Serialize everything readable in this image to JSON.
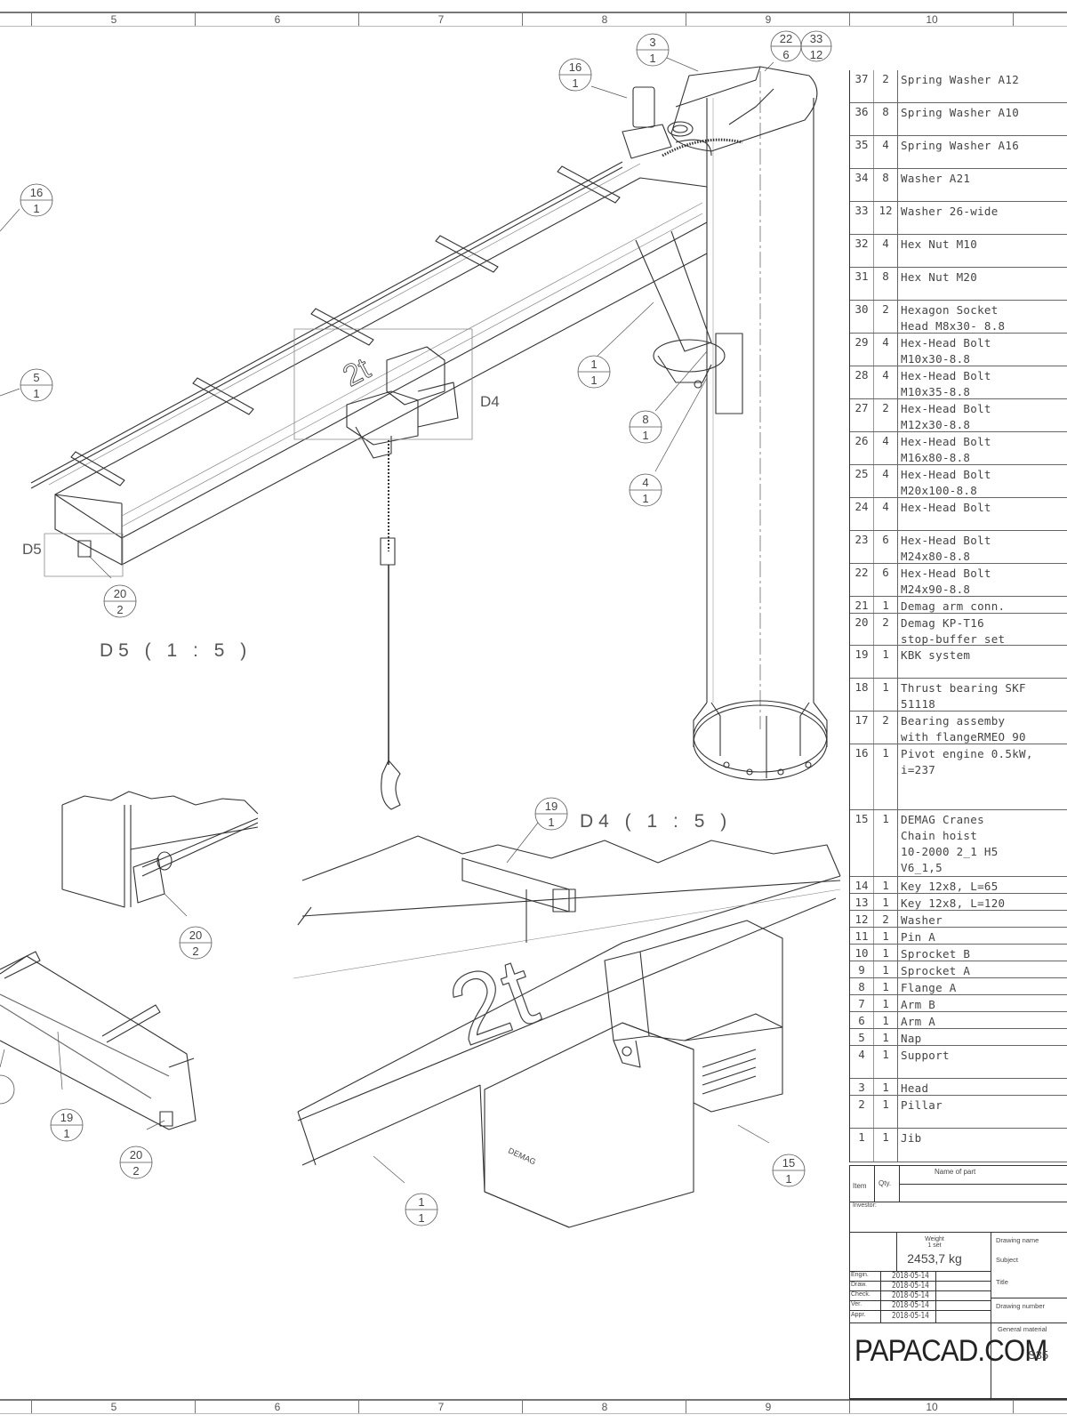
{
  "sheet": {
    "zones_top": [
      "5",
      "6",
      "7",
      "8",
      "9",
      "10"
    ],
    "zones_bottom": [
      "5",
      "6",
      "7",
      "8",
      "9",
      "10"
    ]
  },
  "views": {
    "detail_d5_label": "D5 ( 1 : 5 )",
    "detail_d4_label": "D4 ( 1 : 5 )",
    "detail_d4_tag": "D4",
    "detail_d5_tag": "D5",
    "capacity_mark": "2t"
  },
  "callouts": [
    {
      "item": "3",
      "qty": "1"
    },
    {
      "item": "22",
      "qty": "6"
    },
    {
      "item": "33",
      "qty": "12"
    },
    {
      "item": "16",
      "qty": "1"
    },
    {
      "item": "16",
      "qty": "1"
    },
    {
      "item": "5",
      "qty": "1"
    },
    {
      "item": "1",
      "qty": "1"
    },
    {
      "item": "8",
      "qty": "1"
    },
    {
      "item": "4",
      "qty": "1"
    },
    {
      "item": "20",
      "qty": "2"
    },
    {
      "item": "19",
      "qty": "1"
    },
    {
      "item": "20",
      "qty": "2"
    },
    {
      "item": "19",
      "qty": "1"
    },
    {
      "item": "20",
      "qty": "2"
    },
    {
      "item": "15",
      "qty": "1"
    },
    {
      "item": "1",
      "qty": "1"
    }
  ],
  "bom": {
    "header": {
      "item": "Item",
      "qty": "Qty.",
      "name": "Name of part"
    },
    "rows": [
      {
        "item": "37",
        "qty": "2",
        "name": "Spring Washer A12"
      },
      {
        "item": "36",
        "qty": "8",
        "name": "Spring Washer A10"
      },
      {
        "item": "35",
        "qty": "4",
        "name": "Spring Washer A16"
      },
      {
        "item": "34",
        "qty": "8",
        "name": "Washer A21"
      },
      {
        "item": "33",
        "qty": "12",
        "name": "Washer 26-wide"
      },
      {
        "item": "32",
        "qty": "4",
        "name": "Hex Nut M10"
      },
      {
        "item": "31",
        "qty": "8",
        "name": "Hex Nut M20"
      },
      {
        "item": "30",
        "qty": "2",
        "name": "Hexagon Socket\nHead M8x30- 8.8"
      },
      {
        "item": "29",
        "qty": "4",
        "name": "Hex-Head Bolt\nM10x30-8.8"
      },
      {
        "item": "28",
        "qty": "4",
        "name": "Hex-Head Bolt\nM10x35-8.8"
      },
      {
        "item": "27",
        "qty": "2",
        "name": "Hex-Head Bolt\nM12x30-8.8"
      },
      {
        "item": "26",
        "qty": "4",
        "name": "Hex-Head Bolt\nM16x80-8.8"
      },
      {
        "item": "25",
        "qty": "4",
        "name": "Hex-Head Bolt\nM20x100-8.8"
      },
      {
        "item": "24",
        "qty": "4",
        "name": "Hex-Head Bolt"
      },
      {
        "item": "23",
        "qty": "6",
        "name": "Hex-Head Bolt\nM24x80-8.8"
      },
      {
        "item": "22",
        "qty": "6",
        "name": "Hex-Head Bolt\nM24x90-8.8"
      },
      {
        "item": "21",
        "qty": "1",
        "name": "Demag arm conn."
      },
      {
        "item": "20",
        "qty": "2",
        "name": "Demag KP-T16\nstop-buffer set"
      },
      {
        "item": "19",
        "qty": "1",
        "name": "KBK system"
      },
      {
        "item": "18",
        "qty": "1",
        "name": "Thrust bearing SKF\n51118"
      },
      {
        "item": "17",
        "qty": "2",
        "name": "Bearing assemby\nwith flangeRMEO 90"
      },
      {
        "item": "16",
        "qty": "1",
        "name": "Pivot engine 0.5kW,\ni=237"
      },
      {
        "item": "15",
        "qty": "1",
        "name": "DEMAG Cranes\nChain hoist\n10-2000 2_1 H5\nV6_1,5"
      },
      {
        "item": "14",
        "qty": "1",
        "name": "Key 12x8, L=65"
      },
      {
        "item": "13",
        "qty": "1",
        "name": "Key 12x8, L=120"
      },
      {
        "item": "12",
        "qty": "2",
        "name": "Washer"
      },
      {
        "item": "11",
        "qty": "1",
        "name": "Pin A"
      },
      {
        "item": "10",
        "qty": "1",
        "name": "Sprocket B"
      },
      {
        "item": "9",
        "qty": "1",
        "name": "Sprocket A"
      },
      {
        "item": "8",
        "qty": "1",
        "name": "Flange A"
      },
      {
        "item": "7",
        "qty": "1",
        "name": "Arm B"
      },
      {
        "item": "6",
        "qty": "1",
        "name": "Arm A"
      },
      {
        "item": "5",
        "qty": "1",
        "name": "Nap"
      },
      {
        "item": "4",
        "qty": "1",
        "name": "Support"
      },
      {
        "item": "3",
        "qty": "1",
        "name": "Head"
      },
      {
        "item": "2",
        "qty": "1",
        "name": "Pillar"
      },
      {
        "item": "1",
        "qty": "1",
        "name": "Jib"
      }
    ]
  },
  "title_block": {
    "investor_label": "Investor:",
    "weight_label": "Weight\n1 set",
    "weight_value": "2453,7 kg",
    "drawing_name_label": "Drawing name",
    "subject_label": "Subject",
    "title_label": "Title",
    "drawing_number_label": "Drawing number",
    "general_material_label": "General material",
    "material_value": "S35",
    "signatures": [
      {
        "role": "Engin.",
        "date": "2018-05-14"
      },
      {
        "role": "Draw.",
        "date": "2018-05-14"
      },
      {
        "role": "Check.",
        "date": "2018-05-14"
      },
      {
        "role": "Ver.",
        "date": "2018-05-14"
      },
      {
        "role": "Appr.",
        "date": "2018-05-14"
      }
    ],
    "logo": "PAPACAD.COM"
  }
}
